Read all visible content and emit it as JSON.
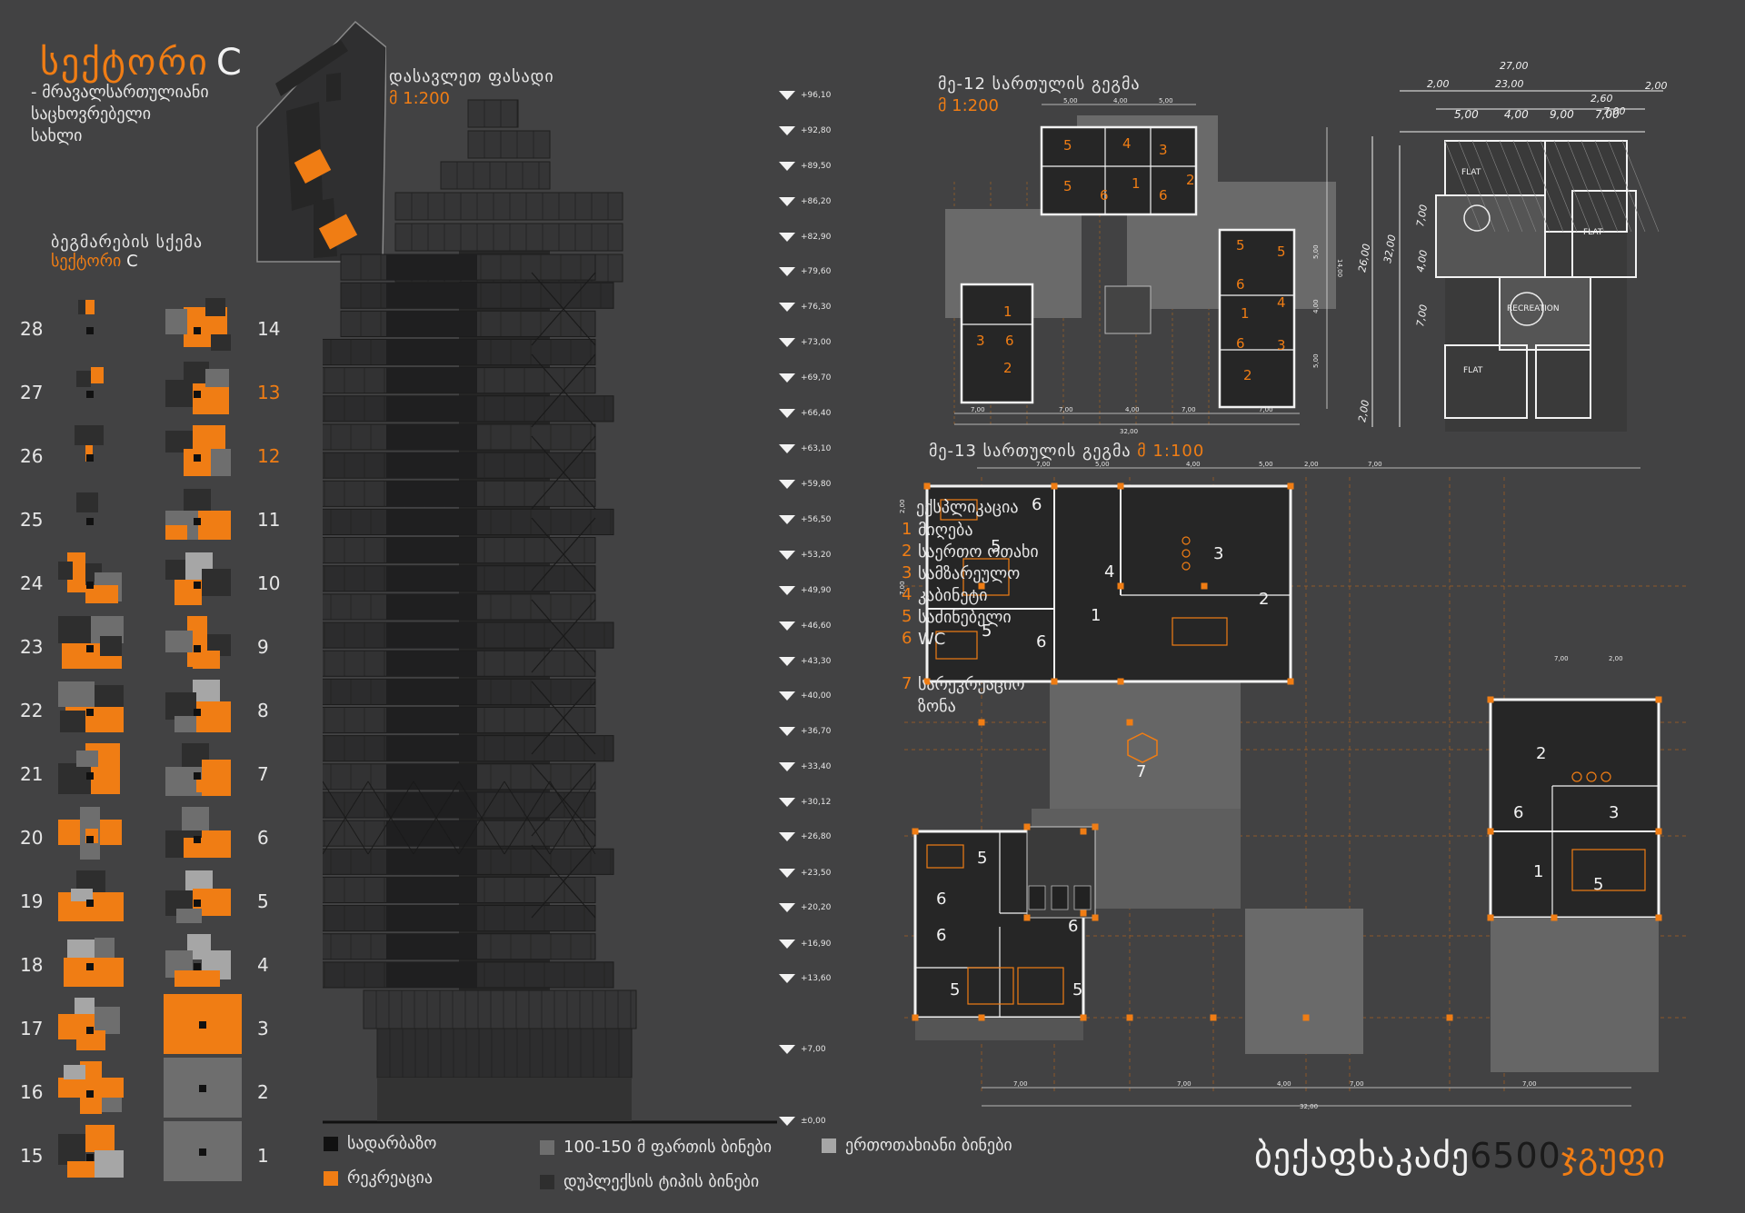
{
  "header": {
    "sector_word": "სექტორი",
    "sector_letter": "C",
    "subtitle_line1": "- მრავალსართულიანი",
    "subtitle_line2": "საცხოვრებელი",
    "subtitle_line3": "სახლი"
  },
  "scheme": {
    "title": "ბეგმარების სქემა",
    "sector_word": "სექტორი",
    "sector_letter": "C",
    "left_floors": [
      "28",
      "27",
      "26",
      "25",
      "24",
      "23",
      "22",
      "21",
      "20",
      "19",
      "18",
      "17",
      "16",
      "15"
    ],
    "right_floors": [
      "14",
      "13",
      "12",
      "11",
      "10",
      "9",
      "8",
      "7",
      "6",
      "5",
      "4",
      "3",
      "2",
      "1"
    ],
    "highlight_floors": [
      "13",
      "12"
    ]
  },
  "facade": {
    "title": "დასავლეთ ფასადი",
    "scale": "მ 1:200",
    "elevations": [
      "+96,10",
      "+92,80",
      "+89,50",
      "+86,20",
      "+82,90",
      "+79,60",
      "+76,30",
      "+73,00",
      "+69,70",
      "+66,40",
      "+63,10",
      "+59,80",
      "+56,50",
      "+53,20",
      "+49,90",
      "+46,60",
      "+43,30",
      "+40,00",
      "+36,70",
      "+33,40",
      "+30,12",
      "+26,80",
      "+23,50",
      "+20,20",
      "+16,90",
      "+13,60",
      "+7,00",
      "±0,00"
    ]
  },
  "plan12": {
    "title": "მე-12 სართულის გეგმა",
    "scale": "მ 1:200",
    "dims_top": [
      "5,00",
      "4,00",
      "5,00"
    ],
    "dims_bottom": [
      "7,00",
      "7,00",
      "4,00",
      "7,00",
      "7,00"
    ],
    "dim_total": "32,00",
    "dims_right": [
      "5,00",
      "4,00",
      "5,00"
    ],
    "dim_right_total": "14,00",
    "top_room_nums": [
      "5",
      "4",
      "3",
      "2",
      "1",
      "5",
      "6",
      "6"
    ],
    "right_room_nums": [
      "5",
      "5",
      "6",
      "4",
      "1",
      "6",
      "3",
      "2"
    ],
    "left_room_nums": [
      "1",
      "3",
      "6",
      "2"
    ]
  },
  "sketch": {
    "dims_top": [
      "27,00",
      "23,00",
      "2,00",
      "2,00",
      "2,60",
      "7,00"
    ],
    "dims_row": [
      "5,00",
      "4,00",
      "9,00",
      "7,00"
    ],
    "dims_left": [
      "26,00",
      "32,00",
      "7,00",
      "4,00",
      "7,00",
      "2,00"
    ],
    "labels": [
      "FLAT",
      "FLAT",
      "RECREATION",
      "FLAT"
    ]
  },
  "plan13": {
    "title": "მე-13 სართულის გეგმა",
    "scale": "მ 1:100",
    "dims_top": [
      "7,00",
      "5,00",
      "4,00",
      "5,00",
      "2,00",
      "7,00"
    ],
    "dims_bottom": [
      "7,00",
      "7,00",
      "4,00",
      "7,00",
      "7,00"
    ],
    "dim_total": "32,00",
    "dims_left": [
      "2,00",
      "7,00"
    ],
    "dims_right": [
      "7,00",
      "2,00"
    ],
    "rooms_top": [
      "6",
      "5",
      "4",
      "3",
      "2",
      "5",
      "1",
      "6"
    ],
    "rooms_right": [
      "2",
      "6",
      "3",
      "1",
      "5"
    ],
    "rooms_left": [
      "5",
      "6",
      "6",
      "6",
      "5",
      "5"
    ],
    "recreation": "7"
  },
  "explication": {
    "title": "ექსპლიკაცია",
    "items": [
      {
        "num": "1",
        "label": "მიღება"
      },
      {
        "num": "2",
        "label": "საერთო ოთახი"
      },
      {
        "num": "3",
        "label": "სამზარეულო"
      },
      {
        "num": "4",
        "label": "კაბინეტი"
      },
      {
        "num": "5",
        "label": "საძინებელი"
      },
      {
        "num": "6",
        "label": "WC"
      },
      {
        "num": "7",
        "label": "სარეკრეაციო"
      }
    ],
    "item7_line2": "ზონა"
  },
  "legend": {
    "items": [
      {
        "label": "სადარბაზო",
        "color": "#111111"
      },
      {
        "label": "რეკრეაცია",
        "color": "#f07d14"
      },
      {
        "label": "100-150 მ ფართის ბინები",
        "color": "#6e6e6e"
      },
      {
        "label": "დუპლექსის ტიპის ბინები",
        "color": "#2e2e2e"
      },
      {
        "label": "ერთოთახიანი ბინები",
        "color": "#a6a6a6"
      }
    ]
  },
  "footer": {
    "name": "ბექაფხაკაძე",
    "number": "6500",
    "group": "ჯგუფი"
  },
  "colors": {
    "background": "#424243",
    "accent": "#f07d14",
    "dark": "#2e2e2e",
    "mid": "#6e6e6e",
    "light": "#a6a6a6"
  }
}
